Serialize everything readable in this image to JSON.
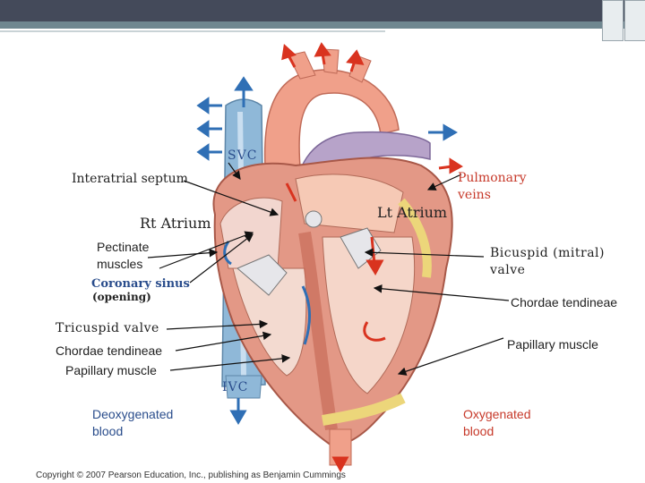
{
  "labels": {
    "svc": "SVC",
    "interatrial_septum": "Interatrial septum",
    "pulmonary_veins_1": "Pulmonary",
    "pulmonary_veins_2": "veins",
    "rt_atrium": "Rt Atrium",
    "lt_atrium": "Lt Atrium",
    "pectinate_1": "Pectinate",
    "pectinate_2": "muscles",
    "bicuspid_1": "Bicuspid (mitral)",
    "bicuspid_2": "valve",
    "coronary_sinus": "Coronary sinus",
    "coronary_opening": "(opening)",
    "chordae_right": "Chordae tendineae",
    "tricuspid": "Tricuspid valve",
    "papillary_right": "Papillary muscle",
    "chordae_left": "Chordae tendineae",
    "papillary_left": "Papillary muscle",
    "ivc": "IVC",
    "deoxy_1": "Deoxygenated",
    "deoxy_2": "blood",
    "oxy_1": "Oxygenated",
    "oxy_2": "blood"
  },
  "copyright": "Copyright © 2007 Pearson Education, Inc., publishing as Benjamin Cummings",
  "colors": {
    "vena_cava": "#8fb8d8",
    "aorta": "#f0a08a",
    "pulmonary_trunk": "#b7a3c9",
    "myocardium": "#e39886",
    "fat": "#ecd67a",
    "arrow_blue": "#2f6fb5",
    "arrow_red": "#d9331f",
    "label_blue": "#2a4d8c",
    "label_red": "#c7392a"
  }
}
